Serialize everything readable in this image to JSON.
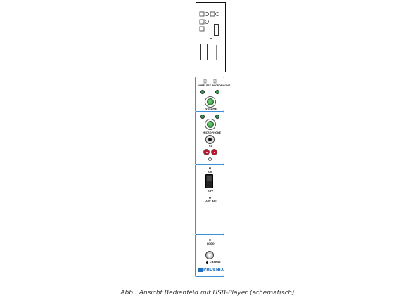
{
  "caption": "Abb.: Ansicht Bedienfeld mit USB-Player (schematisch)",
  "panel": {
    "wireless_label": "WIRELESS MICROPHONE",
    "volume_label": "VOLUME",
    "microphone_label": "MICROPHONE",
    "cd_label": "CD",
    "on_label": "ON",
    "off_label": "OFF",
    "low_bat_label": "LOW BAT",
    "logo_label": "LOGO",
    "charge_label": "CHARGE",
    "brand_name": "PHOENIX"
  },
  "colors": {
    "panel_border": "#3b8fd6",
    "knob_green": "#2aa04a",
    "rca_red": "#c8102e",
    "brand_blue": "#1f6fc1"
  }
}
